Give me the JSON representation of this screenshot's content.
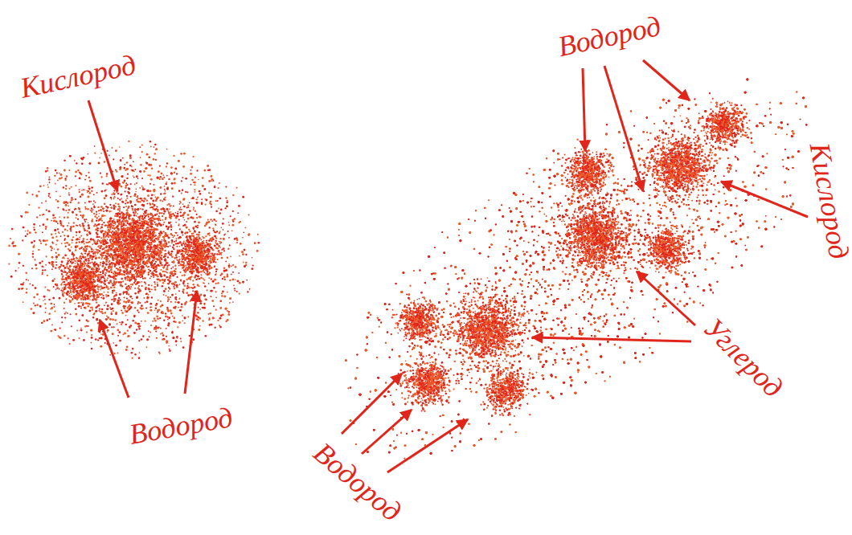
{
  "diagram": {
    "labels": [
      "Кислород",
      "Водород",
      "Водород",
      "Кислород",
      "Углерод",
      "Водород"
    ]
  }
}
